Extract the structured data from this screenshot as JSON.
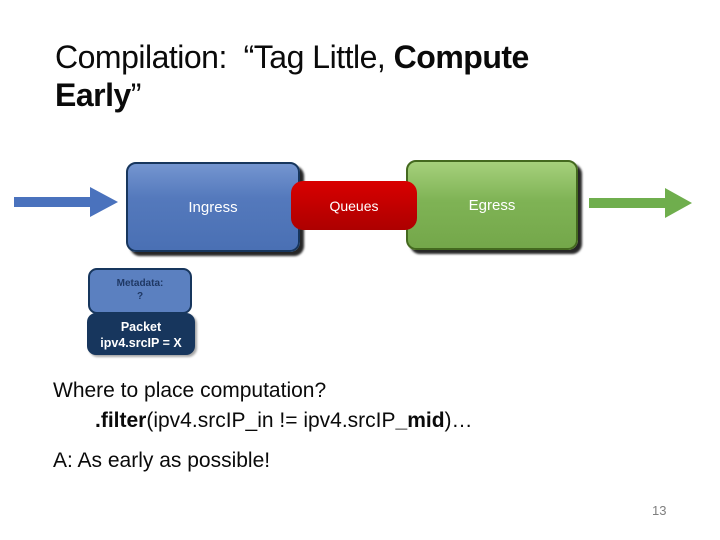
{
  "slide": {
    "title": {
      "regular_part": "Compilation:  “Tag Little, ",
      "bold_part1": "Compute",
      "bold_part2": "Early",
      "closing_quote": "”"
    },
    "diagram": {
      "ingress_label": "Ingress",
      "queues_label": "Queues",
      "egress_label": "Egress",
      "metadata_box": {
        "line1": "Metadata:",
        "line2": "?"
      },
      "packet_box": {
        "line1": "Packet",
        "line2": "ipv4.srcIP = X"
      },
      "colors": {
        "ingress_blue": "#4a70b4",
        "queues_red": "#c00000",
        "egress_green": "#74a74a",
        "arrow_blue": "#4472c4",
        "arrow_green": "#70ad47",
        "navy": "#17365d",
        "metadata_blue": "#5b80c0"
      }
    },
    "body": {
      "question": "Where to place computation?",
      "code_bold1": ".filter",
      "code_mid": "(ipv4.srcIP_in != ipv4.srcIP",
      "code_bold2": "_mid",
      "code_end": ")…",
      "answer": "A: As early as possible!"
    },
    "page_number": "13"
  }
}
